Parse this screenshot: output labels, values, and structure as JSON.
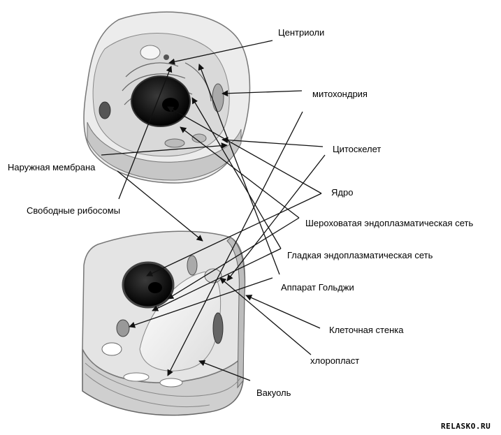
{
  "labels": {
    "centrioles": "Центриоли",
    "mitochondria": "митохондрия",
    "cytoskeleton": "Цитоскелет",
    "outer_membrane": "Наружная мембрана",
    "nucleus": "Ядро",
    "free_ribosomes": "Свободные рибосомы",
    "rough_er": "Шероховатая эндоплазматическая сеть",
    "smooth_er": "Гладкая эндоплазматическая сеть",
    "golgi": "Аппарат Гольджи",
    "cell_wall": "Клеточная стенка",
    "chloroplast": "хлоропласт",
    "vacuole": "Вакуоль"
  },
  "watermark": "RELASKO.RU",
  "colors": {
    "line": "#111111",
    "cell_fill": "#e6e6e6",
    "cell_shade": "#bdbdbd",
    "nucleus_dark": "#151515"
  }
}
